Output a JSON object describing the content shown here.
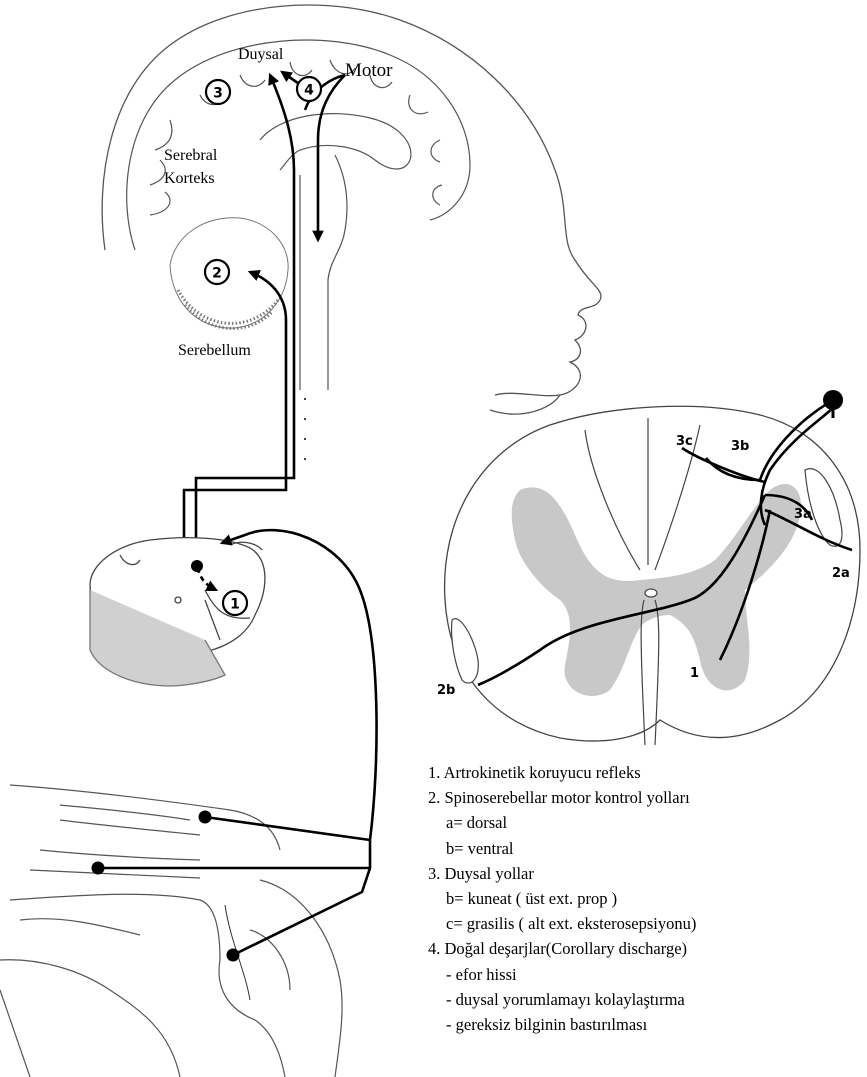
{
  "brain_labels": {
    "sensory": "Duysal",
    "motor": "Motor",
    "cortex_line1": "Serebral",
    "cortex_line2": "Korteks",
    "cerebellum": "Serebellum"
  },
  "circle_markers": [
    "1",
    "2",
    "3",
    "4"
  ],
  "spinal_section_labels": [
    "3c",
    "3b",
    "3a",
    "2a",
    "2b",
    "1"
  ],
  "legend": [
    {
      "text": "1. Artrokinetik koruyucu refleks",
      "level": 0
    },
    {
      "text": "2. Spinoserebellar motor kontrol yolları",
      "level": 0
    },
    {
      "text": "a= dorsal",
      "level": 1
    },
    {
      "text": "b= ventral",
      "level": 1
    },
    {
      "text": "3. Duysal yollar",
      "level": 0
    },
    {
      "text": "b= kuneat ( üst ext. prop )",
      "level": 1
    },
    {
      "text": "c= grasilis ( alt ext. eksterosepsiyonu)",
      "level": 1
    },
    {
      "text": "4. Doğal deşarjlar(Corollary discharge)",
      "level": 0
    },
    {
      "text": "- efor hissi",
      "level": 1
    },
    {
      "text": "- duysal yorumlamayı kolaylaştırma",
      "level": 1
    },
    {
      "text": "- gereksiz bilginin bastırılması",
      "level": 1
    }
  ]
}
